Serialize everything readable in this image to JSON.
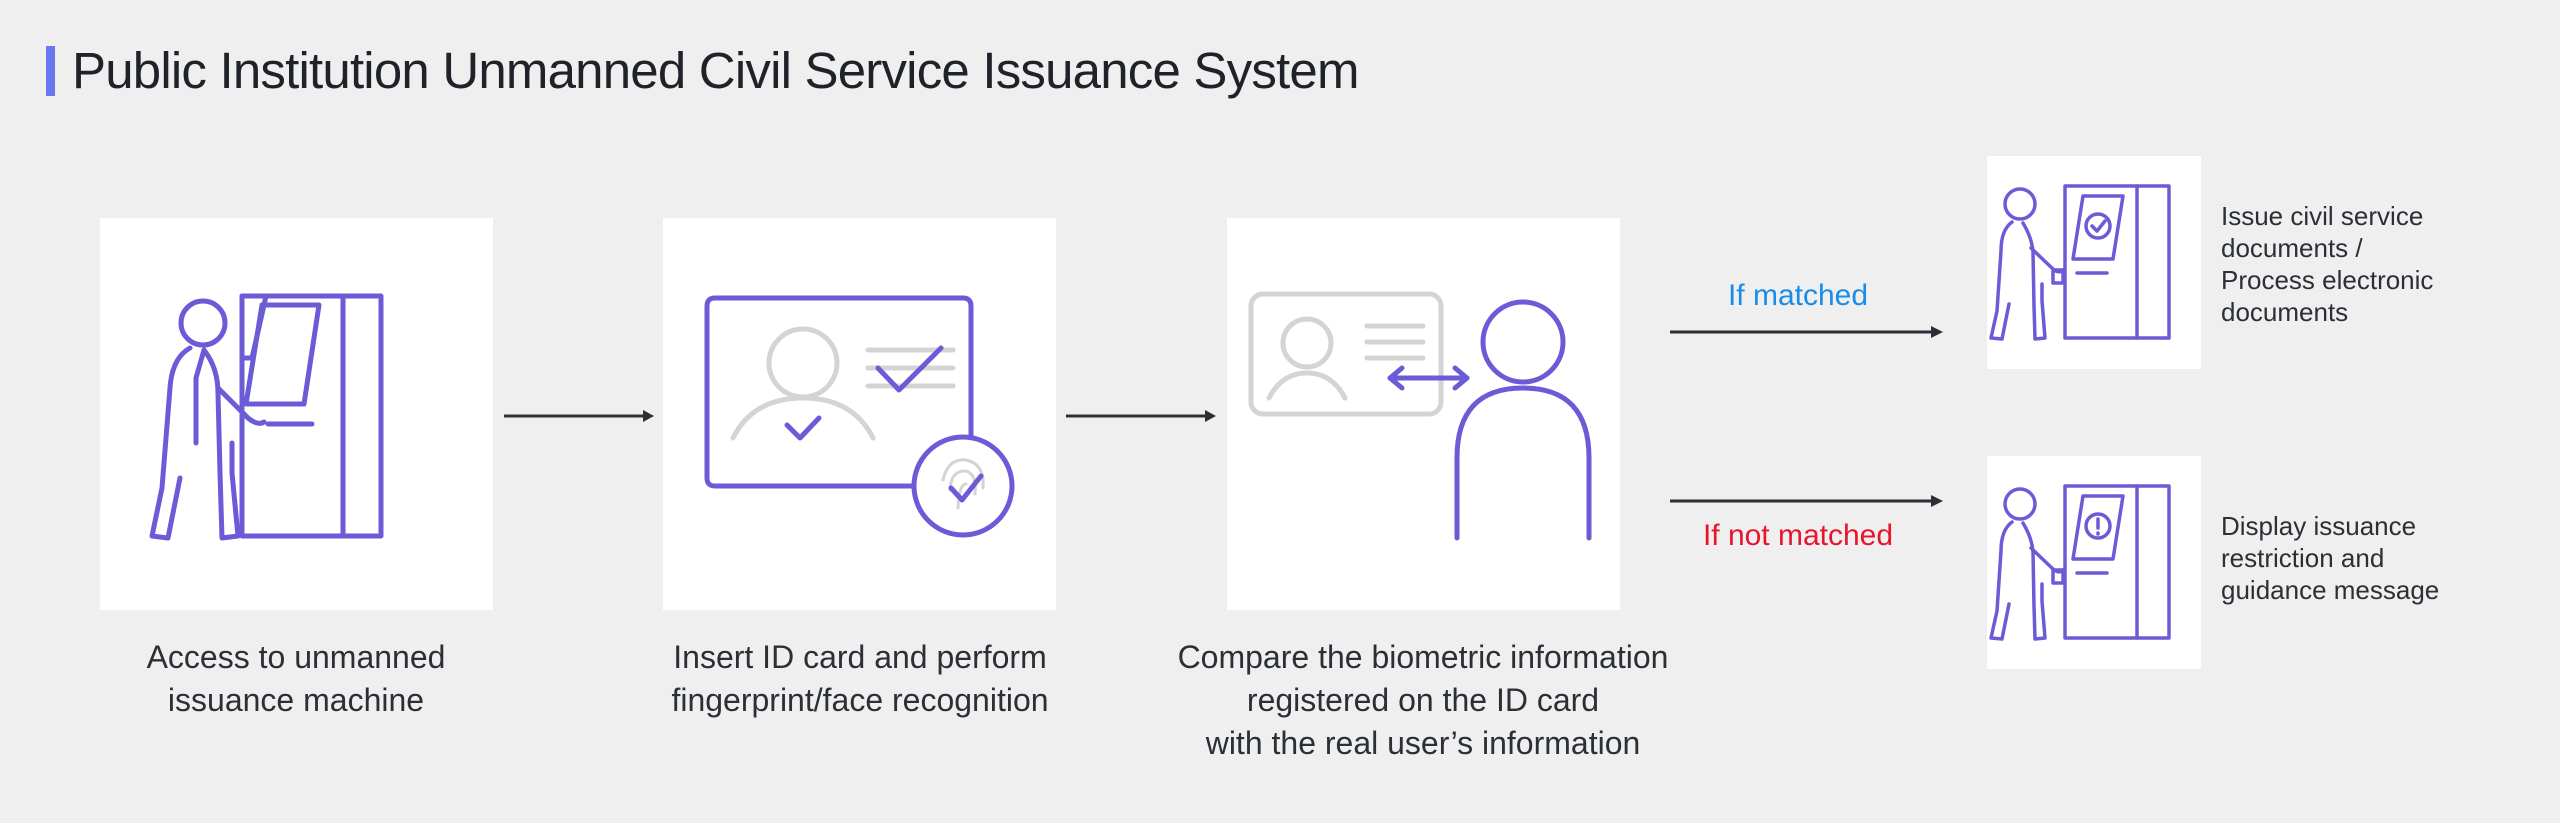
{
  "title": "Public Institution Unmanned Civil Service Issuance System",
  "colors": {
    "accent": "#6a78f0",
    "icon_purple": "#6b5bd6",
    "icon_grey": "#d4d4d4",
    "matched_blue": "#1a8ce8",
    "not_matched_red": "#e8142d",
    "background": "#efefef",
    "card": "#ffffff"
  },
  "steps": [
    {
      "icon": "kiosk-person-icon",
      "lines": [
        "Access to unmanned",
        "issuance machine"
      ]
    },
    {
      "icon": "id-card-fingerprint-icon",
      "lines": [
        "Insert ID card and perform",
        "fingerprint/face recognition"
      ]
    },
    {
      "icon": "id-compare-person-icon",
      "lines": [
        "Compare the biometric information",
        "registered on the ID card",
        "with the real user’s information"
      ]
    }
  ],
  "branches": {
    "matched": "If matched",
    "not_matched": "If not matched"
  },
  "outcomes": [
    {
      "icon": "kiosk-check-icon",
      "lines": [
        "Issue civil service",
        "documents /",
        "Process electronic",
        "documents"
      ]
    },
    {
      "icon": "kiosk-alert-icon",
      "lines": [
        "Display issuance",
        "restriction and",
        "guidance message"
      ]
    }
  ]
}
